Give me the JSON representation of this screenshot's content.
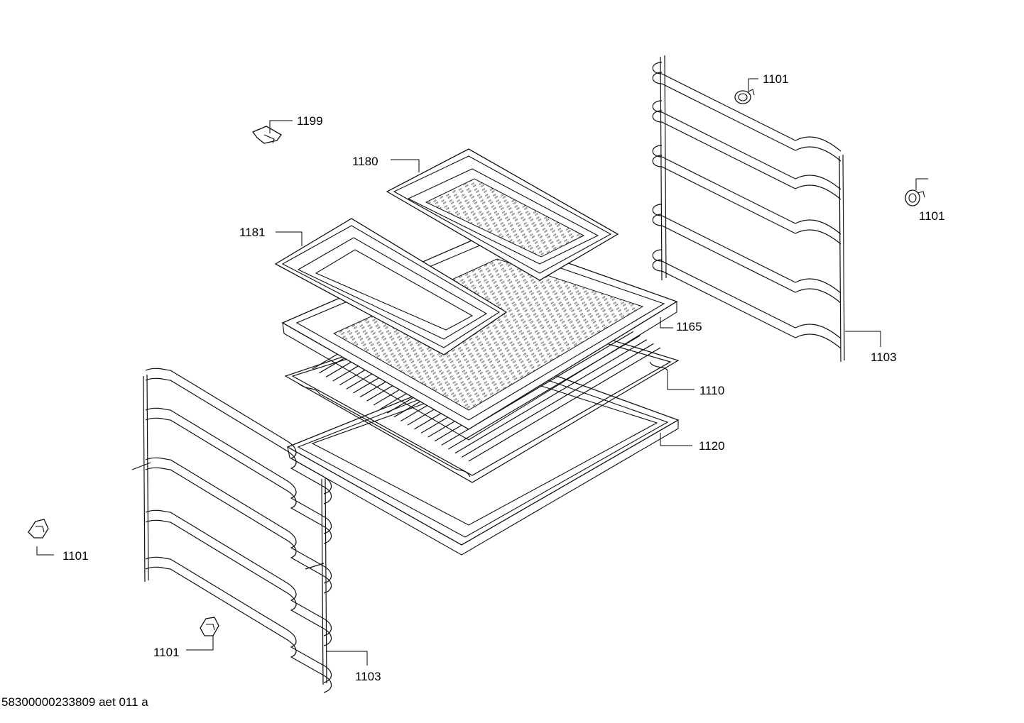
{
  "callouts": [
    {
      "id": "c1101_top",
      "text": "1101"
    },
    {
      "id": "c1199",
      "text": "1199"
    },
    {
      "id": "c1180",
      "text": "1180"
    },
    {
      "id": "c1101_right",
      "text": "1101"
    },
    {
      "id": "c1181",
      "text": "1181"
    },
    {
      "id": "c1165",
      "text": "1165"
    },
    {
      "id": "c1103_right",
      "text": "1103"
    },
    {
      "id": "c1110",
      "text": "1110"
    },
    {
      "id": "c1120",
      "text": "1120"
    },
    {
      "id": "c1101_left",
      "text": "1101"
    },
    {
      "id": "c1101_bottom",
      "text": "1101"
    },
    {
      "id": "c1103_left",
      "text": "1103"
    }
  ],
  "footer": {
    "code": "58300000233809 aet 011 a"
  }
}
